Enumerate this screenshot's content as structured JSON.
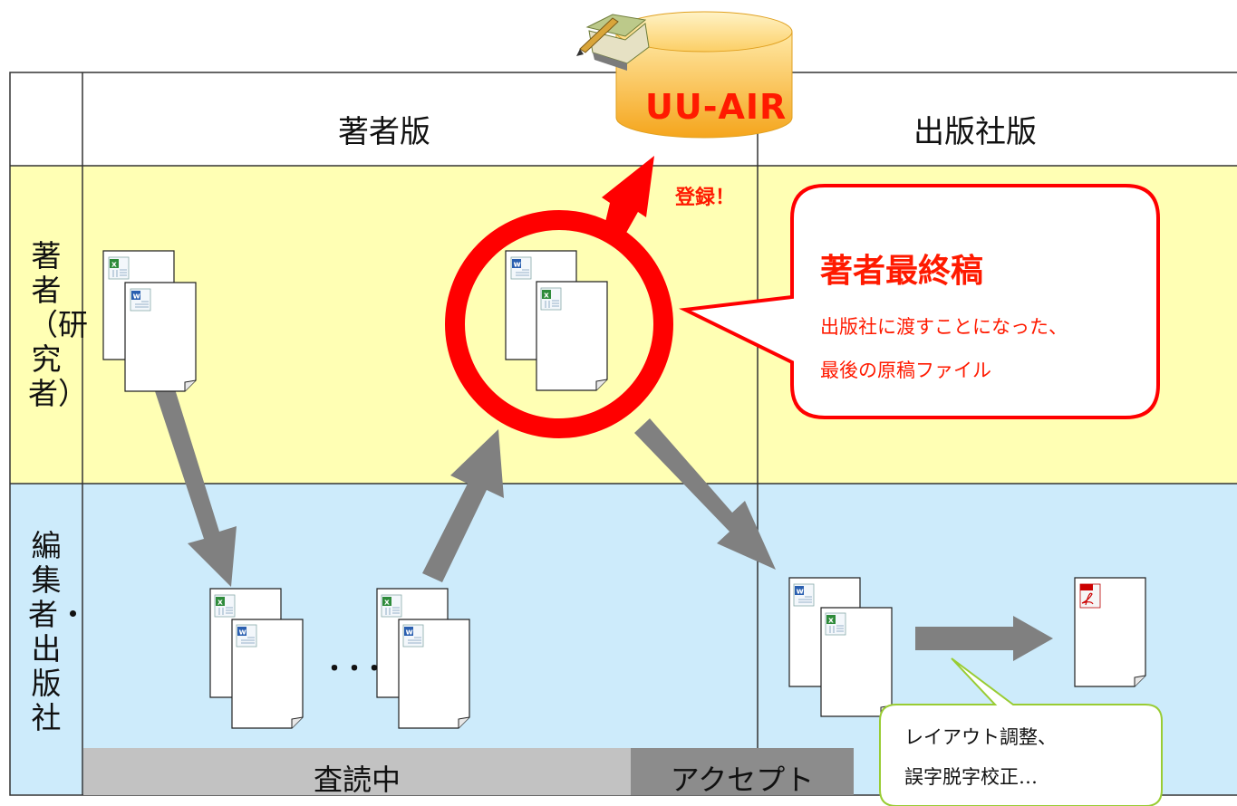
{
  "columns": {
    "author_version": "著者版",
    "publisher_version": "出版社版"
  },
  "rows": {
    "author": "著者（研究者）",
    "editor_publisher": "編集者・出版社"
  },
  "phases": {
    "peer_review": "査読中",
    "accept": "アクセプト"
  },
  "repository": {
    "name": "UU-AIR",
    "register_label": "登録！"
  },
  "callout": {
    "title": "著者最終稿",
    "line1": "出版社に渡すことになった、",
    "line2": "最後の原稿ファイル"
  },
  "note": {
    "line1": "レイアウト調整、",
    "line2": "誤字脱字校正…"
  },
  "ellipsis": "・・・",
  "colors": {
    "author_band": "#ffffb4",
    "editor_band": "#cdebfb",
    "review_bar": "#c2c2c2",
    "accept_bar": "#8c8c8c",
    "arrow": "#808080",
    "highlight": "#ff0000",
    "db_fill": "#fbbf3c"
  }
}
